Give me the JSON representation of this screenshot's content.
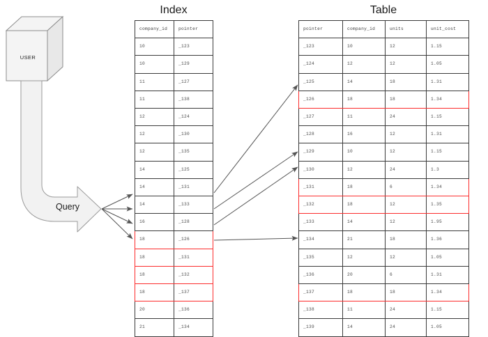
{
  "diagram": {
    "titles": {
      "index": "Index",
      "table": "Table"
    },
    "user_box": {
      "label": "USER"
    },
    "query_arrow": {
      "label": "Query"
    },
    "colors": {
      "highlight": "#fc2b2b",
      "shape_fill": "#f2f2f2",
      "shape_stroke": "#999999",
      "grid_stroke": "#3a3a3a",
      "arrow_stroke": "#555555",
      "text": "#4a4a4a",
      "background": "#ffffff"
    },
    "index": {
      "columns": [
        "company_id",
        "pointer"
      ],
      "rows": [
        {
          "company_id": "10",
          "pointer": "_123",
          "highlight": false
        },
        {
          "company_id": "10",
          "pointer": "_129",
          "highlight": false
        },
        {
          "company_id": "11",
          "pointer": "_127",
          "highlight": false
        },
        {
          "company_id": "11",
          "pointer": "_138",
          "highlight": false
        },
        {
          "company_id": "12",
          "pointer": "_124",
          "highlight": false
        },
        {
          "company_id": "12",
          "pointer": "_130",
          "highlight": false
        },
        {
          "company_id": "12",
          "pointer": "_135",
          "highlight": false
        },
        {
          "company_id": "14",
          "pointer": "_125",
          "highlight": false
        },
        {
          "company_id": "14",
          "pointer": "_131",
          "highlight": false
        },
        {
          "company_id": "14",
          "pointer": "_133",
          "highlight": false
        },
        {
          "company_id": "16",
          "pointer": "_128",
          "highlight": false
        },
        {
          "company_id": "18",
          "pointer": "_126",
          "highlight": true
        },
        {
          "company_id": "18",
          "pointer": "_131",
          "highlight": true
        },
        {
          "company_id": "18",
          "pointer": "_132",
          "highlight": true
        },
        {
          "company_id": "18",
          "pointer": "_137",
          "highlight": true
        },
        {
          "company_id": "20",
          "pointer": "_136",
          "highlight": false
        },
        {
          "company_id": "21",
          "pointer": "_134",
          "highlight": false
        }
      ]
    },
    "table": {
      "columns": [
        "pointer",
        "company_id",
        "units",
        "unit_cost"
      ],
      "rows": [
        {
          "pointer": "_123",
          "company_id": "10",
          "units": "12",
          "unit_cost": "1.15",
          "highlight": false
        },
        {
          "pointer": "_124",
          "company_id": "12",
          "units": "12",
          "unit_cost": "1.05",
          "highlight": false
        },
        {
          "pointer": "_125",
          "company_id": "14",
          "units": "18",
          "unit_cost": "1.31",
          "highlight": false
        },
        {
          "pointer": "_126",
          "company_id": "18",
          "units": "18",
          "unit_cost": "1.34",
          "highlight": true
        },
        {
          "pointer": "_127",
          "company_id": "11",
          "units": "24",
          "unit_cost": "1.15",
          "highlight": false
        },
        {
          "pointer": "_128",
          "company_id": "16",
          "units": "12",
          "unit_cost": "1.31",
          "highlight": false
        },
        {
          "pointer": "_129",
          "company_id": "10",
          "units": "12",
          "unit_cost": "1.15",
          "highlight": false
        },
        {
          "pointer": "_130",
          "company_id": "12",
          "units": "24",
          "unit_cost": "1.3",
          "highlight": false
        },
        {
          "pointer": "_131",
          "company_id": "18",
          "units": "6",
          "unit_cost": "1.34",
          "highlight": true
        },
        {
          "pointer": "_132",
          "company_id": "18",
          "units": "12",
          "unit_cost": "1.35",
          "highlight": true
        },
        {
          "pointer": "_133",
          "company_id": "14",
          "units": "12",
          "unit_cost": "1.95",
          "highlight": false
        },
        {
          "pointer": "_134",
          "company_id": "21",
          "units": "18",
          "unit_cost": "1.36",
          "highlight": false
        },
        {
          "pointer": "_135",
          "company_id": "12",
          "units": "12",
          "unit_cost": "1.05",
          "highlight": false
        },
        {
          "pointer": "_136",
          "company_id": "20",
          "units": "6",
          "unit_cost": "1.31",
          "highlight": false
        },
        {
          "pointer": "_137",
          "company_id": "18",
          "units": "18",
          "unit_cost": "1.34",
          "highlight": true
        },
        {
          "pointer": "_138",
          "company_id": "11",
          "units": "24",
          "unit_cost": "1.15",
          "highlight": false
        },
        {
          "pointer": "_139",
          "company_id": "14",
          "units": "24",
          "unit_cost": "1.05",
          "highlight": false
        }
      ]
    }
  }
}
